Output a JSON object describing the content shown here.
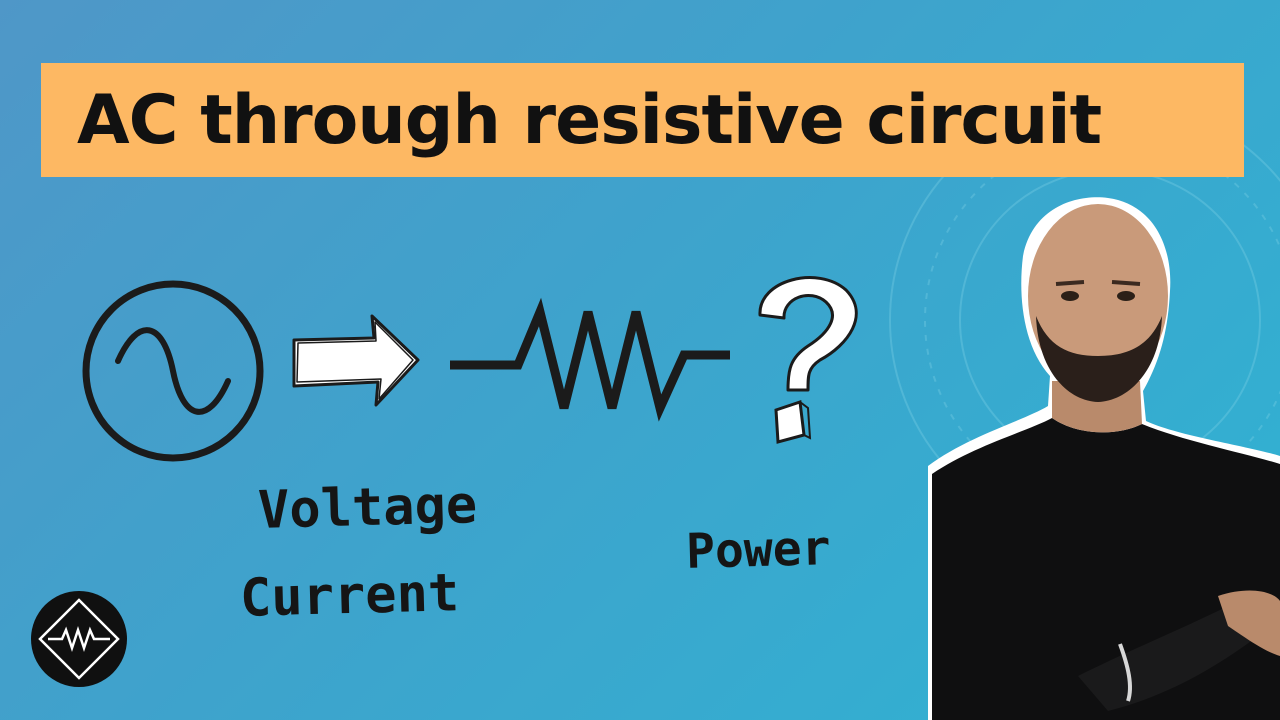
{
  "title": "AC through resistive circuit",
  "labels": {
    "voltage": "Voltage",
    "current": "Current",
    "power": "Power"
  },
  "icons": {
    "source": "ac-source-icon",
    "arrow": "arrow-right-icon",
    "resistor": "resistor-icon",
    "question": "question-mark-icon",
    "logo": "channel-logo-icon"
  },
  "colors": {
    "background": "#3ea3cc",
    "banner": "#fdb863",
    "ink": "#151515"
  }
}
